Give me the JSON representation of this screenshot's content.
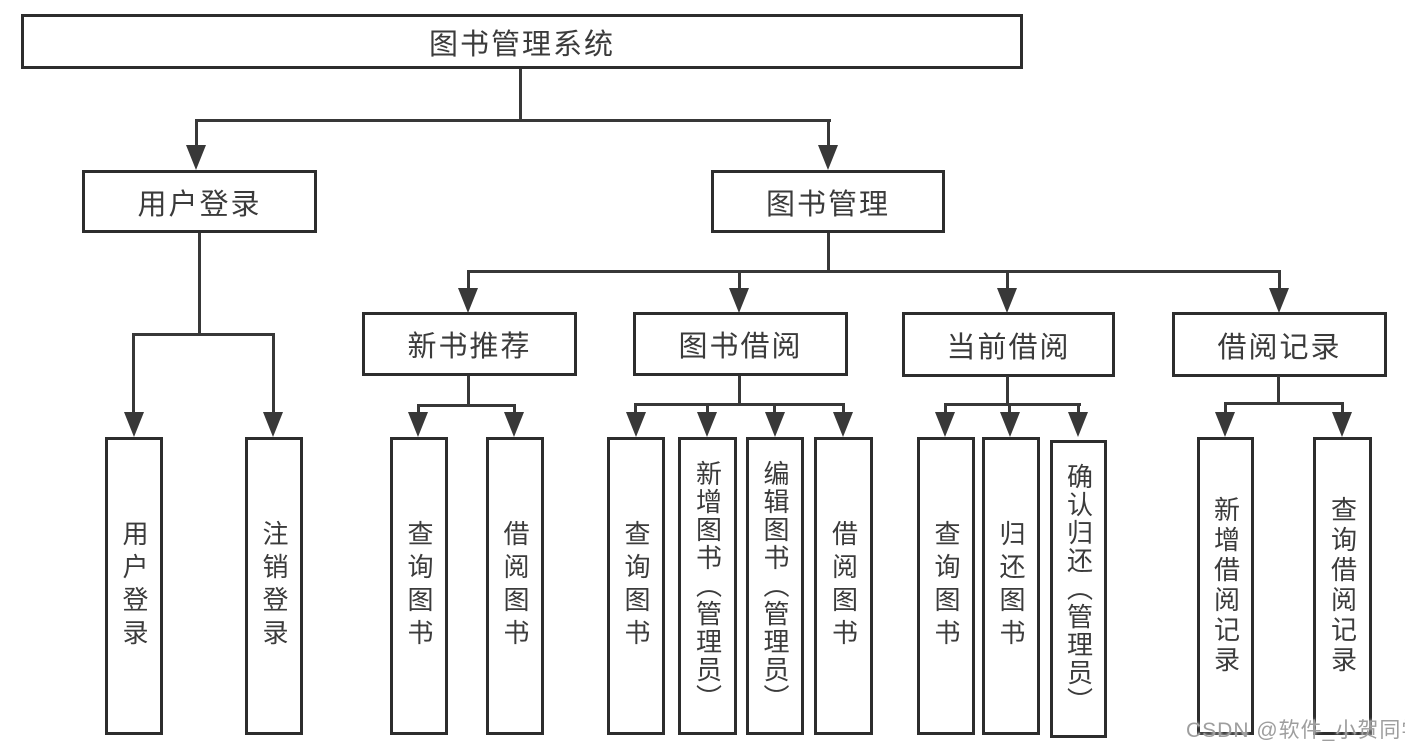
{
  "diagram_title": "图书管理系统",
  "tree": {
    "root": {
      "label": "图书管理系统"
    },
    "level2": [
      {
        "label": "用户登录",
        "children": [
          "用户登录",
          "注销登录"
        ]
      },
      {
        "label": "图书管理"
      }
    ],
    "level3": [
      {
        "label": "新书推荐",
        "parent": "图书管理",
        "children": [
          "查询图书",
          "借阅图书"
        ]
      },
      {
        "label": "图书借阅",
        "parent": "图书管理",
        "children": [
          "查询图书",
          "新增图书（管理员）",
          "编辑图书（管理员）",
          "借阅图书"
        ]
      },
      {
        "label": "当前借阅",
        "parent": "图书管理",
        "children": [
          "查询图书",
          "归还图书",
          "确认归还（管理员）"
        ]
      },
      {
        "label": "借阅记录",
        "parent": "图书管理",
        "children": [
          "新增借阅记录",
          "查询借阅记录"
        ]
      }
    ]
  },
  "watermark": "CSDN @软件_小贺同学",
  "colors": {
    "background": "#ffffff",
    "box_border": "#2d2d2d",
    "connector_line": "#383838",
    "text": "#3b3b3b",
    "watermark_text": "#9e9e9e"
  }
}
